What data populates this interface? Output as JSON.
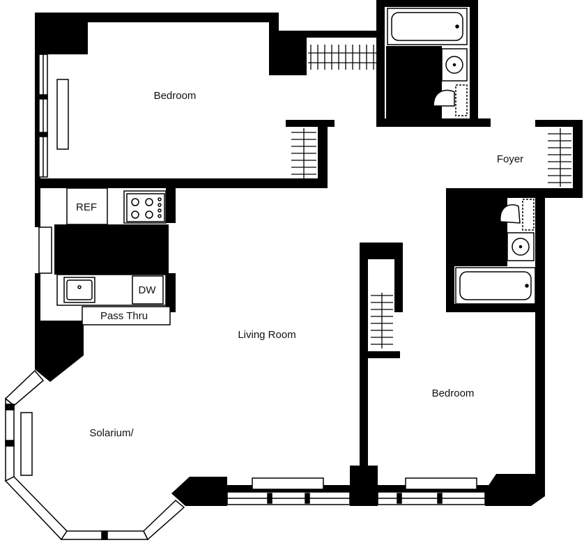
{
  "rooms": {
    "bedroom_top": "Bedroom",
    "foyer": "Foyer",
    "living_room": "Living Room",
    "bedroom_bottom": "Bedroom",
    "solarium": "Solarium/"
  },
  "kitchen": {
    "ref": "REF",
    "dw": "DW",
    "pass_thru": "Pass Thru"
  },
  "colors": {
    "wall": "#000000",
    "line": "#000000",
    "background": "#ffffff"
  }
}
